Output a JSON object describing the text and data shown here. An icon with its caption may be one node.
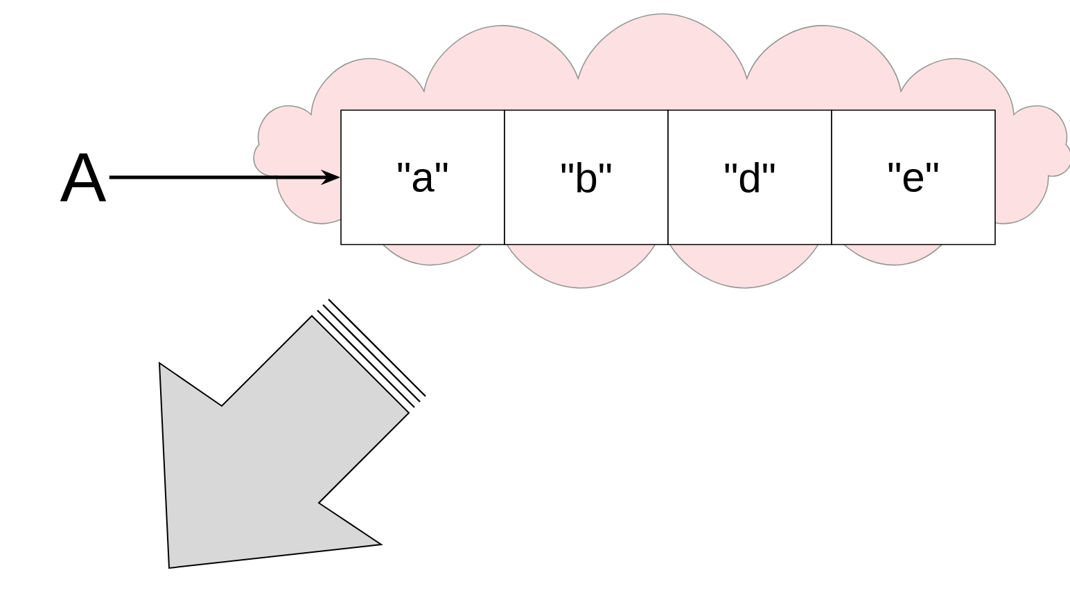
{
  "diagram": {
    "nodes": [
      {
        "text": [
          "A"
        ]
      },
      {
        "text": [],
        "shape": "cloud"
      },
      {
        "text": [
          "\"a\""
        ],
        "in": 1
      },
      {
        "text": [
          "\"b\""
        ],
        "in": 1
      },
      {
        "text": [
          "\"d\""
        ],
        "in": 1
      },
      {
        "text": [
          "\"e\""
        ],
        "in": 1
      }
    ],
    "edges": [
      {
        "from": 0,
        "to": 2,
        "arrow": "to"
      }
    ]
  }
}
